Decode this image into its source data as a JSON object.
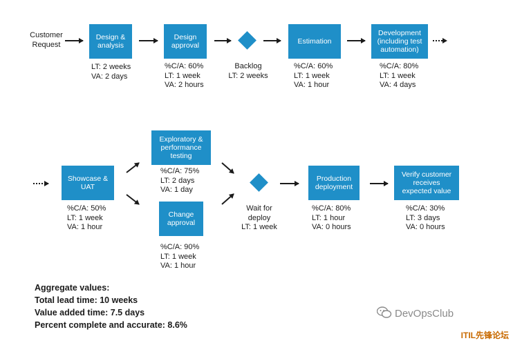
{
  "row1": {
    "customer_request": [
      "Customer",
      "Request"
    ],
    "design_analysis": {
      "box": [
        "Design &",
        "analysis"
      ],
      "metrics": [
        "LT: 2 weeks",
        "VA: 2 days"
      ]
    },
    "design_approval": {
      "box": [
        "Design",
        "approval"
      ],
      "metrics": [
        "%C/A: 60%",
        "LT: 1 week",
        "VA: 2 hours"
      ]
    },
    "backlog": {
      "label": "Backlog",
      "metrics": [
        "LT: 2 weeks"
      ]
    },
    "estimation": {
      "box": [
        "Estimation"
      ],
      "metrics": [
        "%C/A: 60%",
        "LT: 1 week",
        "VA: 1 hour"
      ]
    },
    "development": {
      "box": [
        "Development",
        "(including test",
        "automation)"
      ],
      "metrics": [
        "%C/A: 80%",
        "LT: 1 week",
        "VA: 4 days"
      ]
    }
  },
  "row2": {
    "showcase": {
      "box": [
        "Showcase &",
        "UAT"
      ],
      "metrics": [
        "%C/A: 50%",
        "LT: 1 week",
        "VA: 1 hour"
      ]
    },
    "exploratory": {
      "box": [
        "Exploratory &",
        "performance",
        "testing"
      ],
      "metrics": [
        "%C/A: 75%",
        "LT: 2 days",
        "VA: 1 day"
      ]
    },
    "change_approval": {
      "box": [
        "Change",
        "approval"
      ],
      "metrics": [
        "%C/A: 90%",
        "LT: 1 week",
        "VA: 1 hour"
      ]
    },
    "wait_deploy": {
      "label": [
        "Wait for",
        "deploy"
      ],
      "metrics": [
        "LT: 1 week"
      ]
    },
    "production": {
      "box": [
        "Production",
        "deployment"
      ],
      "metrics": [
        "%C/A: 80%",
        "LT: 1 hour",
        "VA: 0 hours"
      ]
    },
    "verify": {
      "box": [
        "Verify customer",
        "receives",
        "expected value"
      ],
      "metrics": [
        "%C/A: 30%",
        "LT: 3 days",
        "VA: 0 hours"
      ]
    }
  },
  "aggregate": {
    "title": "Aggregate values:",
    "lines": [
      "Total lead time: 10 weeks",
      "Value added time: 7.5 days",
      "Percent complete and accurate: 8.6%"
    ]
  },
  "watermark": {
    "text": "DevOpsClub",
    "corner": "ITIL先锋论坛"
  },
  "colors": {
    "box": "#1f8fc8",
    "arrow": "#1b1b1b"
  }
}
